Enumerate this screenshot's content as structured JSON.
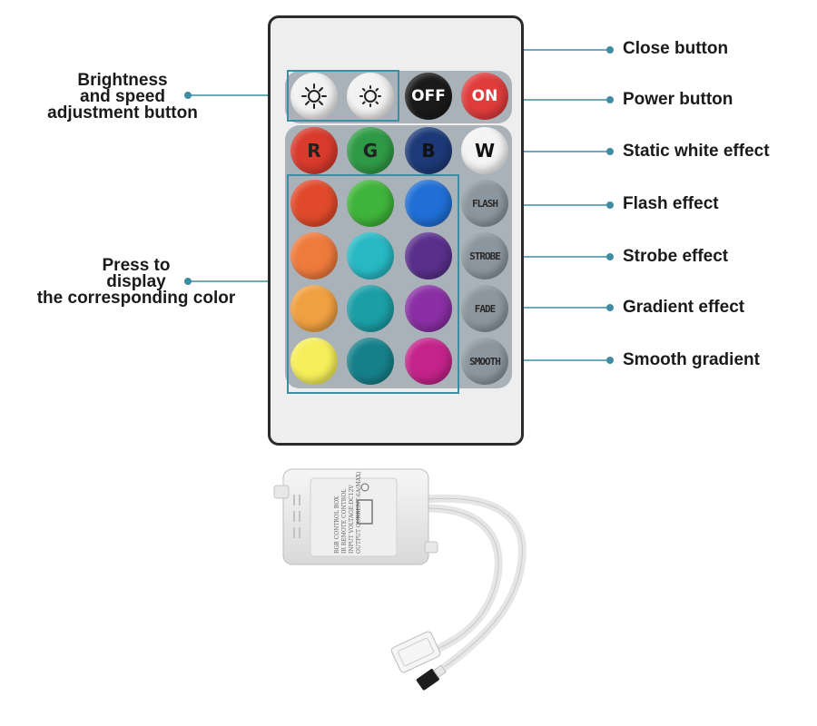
{
  "callouts": {
    "brightness": [
      "Brightness",
      "and speed",
      "adjustment button"
    ],
    "press_color": [
      "Press to",
      "display",
      "the corresponding color"
    ],
    "close": "Close button",
    "power": "Power button",
    "static_white": "Static white effect",
    "flash": "Flash effect",
    "strobe": "Strobe effect",
    "gradient": "Gradient effect",
    "smooth": "Smooth gradient"
  },
  "remote": {
    "top_row": {
      "brightness_up_icon": "brightness-up-icon",
      "brightness_down_icon": "brightness-down-icon",
      "off_label": "OFF",
      "on_label": "ON"
    },
    "rgbw_row": [
      {
        "label": "R",
        "color": "#d83a2c",
        "text_color": "#222222"
      },
      {
        "label": "G",
        "color": "#2f9a45",
        "text_color": "#222222"
      },
      {
        "label": "B",
        "color": "#1c3a78",
        "text_color": "#111111"
      },
      {
        "label": "W",
        "color": "#f4f4f4",
        "text_color": "#111111"
      }
    ],
    "color_grid": [
      [
        "#e04a2a",
        "#3fb43a",
        "#1f6fd6"
      ],
      [
        "#ee7a3c",
        "#27b9c4",
        "#5a2f8c"
      ],
      [
        "#f0a040",
        "#1b9ea6",
        "#8a2fa4"
      ],
      [
        "#f6ef5a",
        "#16808a",
        "#c4238a"
      ]
    ],
    "effects": [
      "FLASH",
      "STROBE",
      "FADE",
      "SMOOTH"
    ],
    "effect_color": "#8c969e"
  },
  "controller_box": {
    "label_lines": [
      "RGB CONTROL BOX",
      "IR REMOTE CONTROL",
      "INPUT VOLTAGE:DC12V",
      "OUTPUT CURRENT:6A(MAX)"
    ]
  },
  "colors": {
    "accent": "#3e8da3",
    "panel": "#aab2b9",
    "off_button": "#1a1a1a",
    "on_button": "#e03c3c"
  }
}
